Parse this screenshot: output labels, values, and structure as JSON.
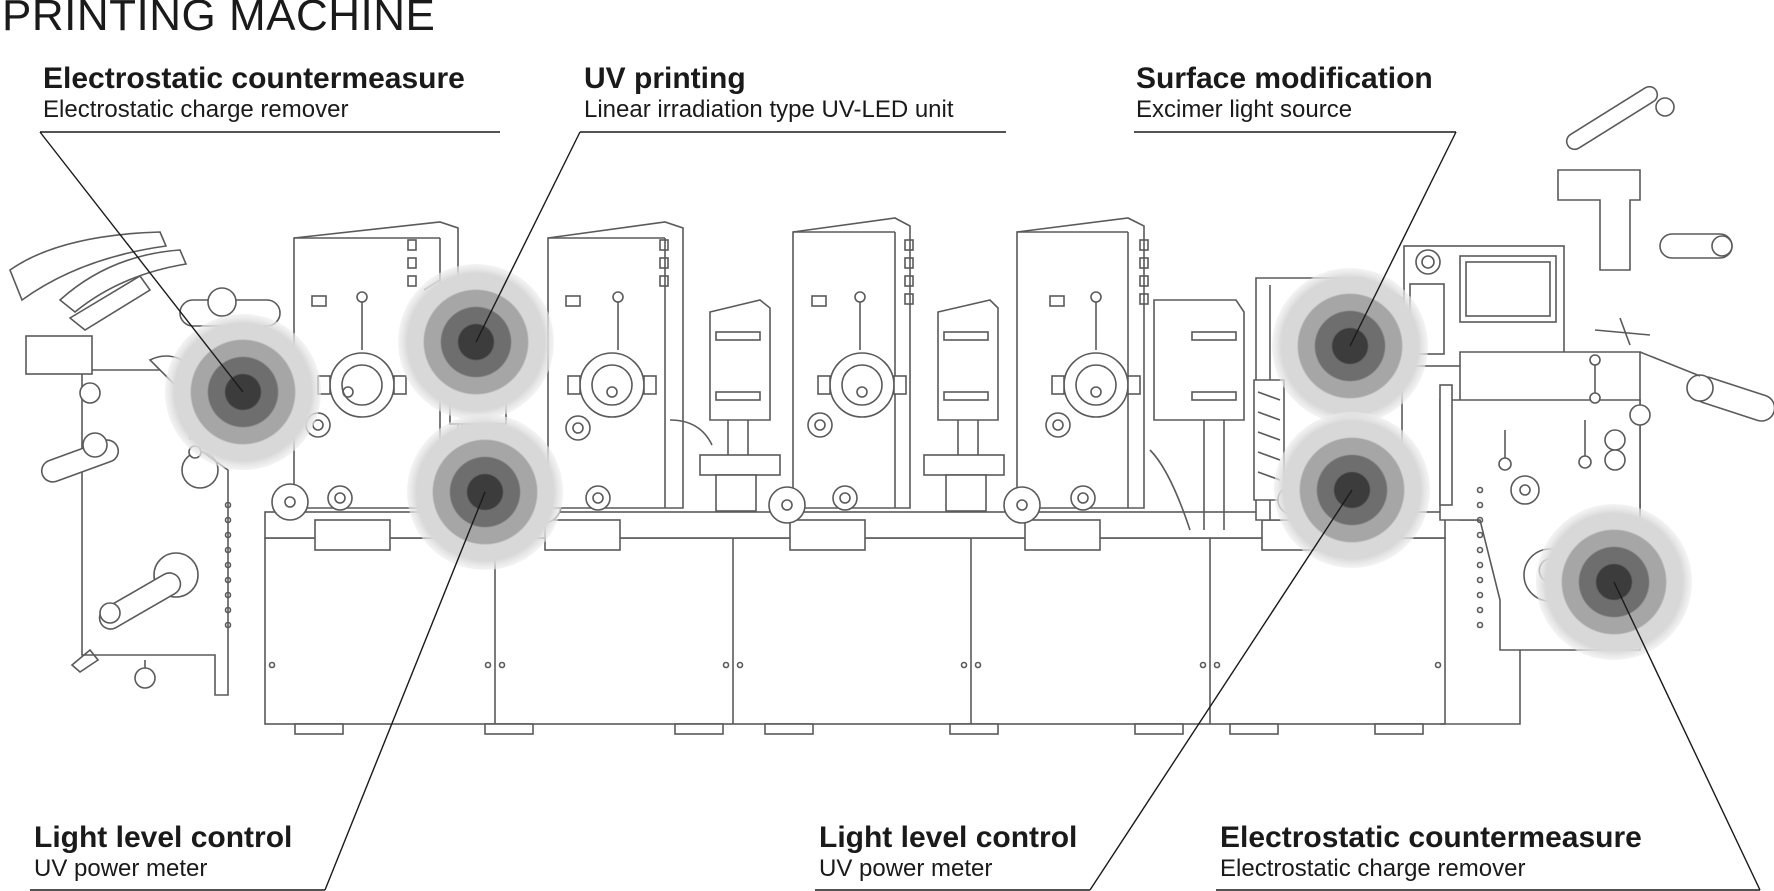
{
  "title": "PRINTING MACHINE",
  "callouts": [
    {
      "title": "Electrostatic countermeasure",
      "subtitle": "Electrostatic charge remover"
    },
    {
      "title": "UV printing",
      "subtitle": "Linear irradiation type UV-LED unit"
    },
    {
      "title": "Surface modification",
      "subtitle": "Excimer light source"
    },
    {
      "title": "Light level control",
      "subtitle": "UV power meter"
    },
    {
      "title": "Light level control",
      "subtitle": "UV power meter"
    },
    {
      "title": "Electrostatic countermeasure",
      "subtitle": "Electrostatic charge remover"
    }
  ],
  "colors": {
    "line": "#5a5a5a",
    "text": "#1a1a1a",
    "highlight": "#3c3c3c"
  }
}
